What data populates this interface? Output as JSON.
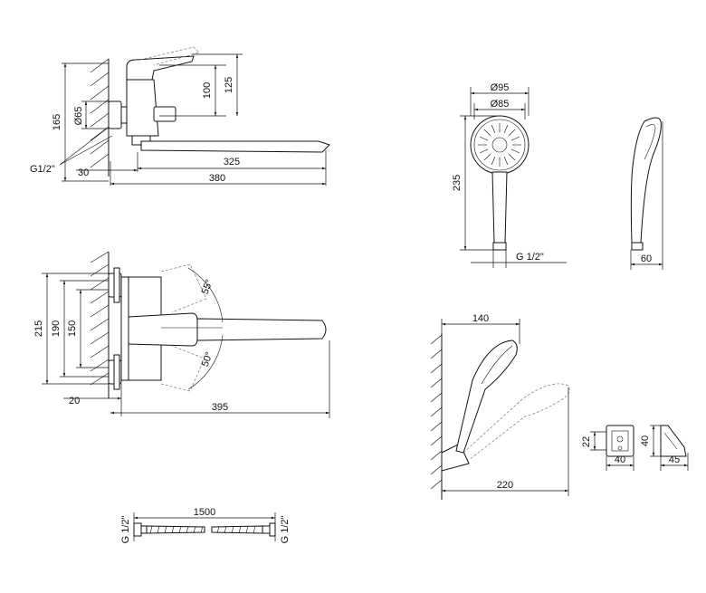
{
  "side_view": {
    "d165": "165",
    "d100": "100",
    "d125": "125",
    "d65": "Ø65",
    "thread": "G1/2\"",
    "d30": "30",
    "d325": "325",
    "d380": "380"
  },
  "shower_head": {
    "d95": "Ø95",
    "d85": "Ø85",
    "d235": "235",
    "thread": "G 1/2\"",
    "d60": "60"
  },
  "top_view": {
    "d215": "215",
    "d190": "190",
    "d150": "150",
    "a55": "55°",
    "a50": "50°",
    "d20": "20",
    "d395": "395"
  },
  "holder_view": {
    "d140": "140",
    "d220": "220"
  },
  "bracket": {
    "d22": "22",
    "d40a": "40",
    "d40b": "40",
    "d45": "45"
  },
  "hose": {
    "thread_left": "G 1/2\"",
    "d1500": "1500",
    "thread_right": "G 1/2\""
  }
}
